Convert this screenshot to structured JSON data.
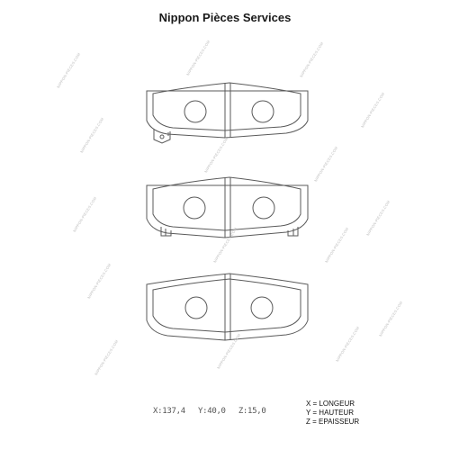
{
  "title": "Nippon Pièces Services",
  "watermark": "NIPPON-PIECES.COM",
  "dimensions": {
    "x": "X:137,4",
    "y": "Y:40,0",
    "z": "Z:15,0"
  },
  "legend": [
    {
      "text": "X = LONGEUR"
    },
    {
      "text": "Y = HAUTEUR"
    },
    {
      "text": "Z = EPAISSEUR"
    }
  ],
  "colors": {
    "line": "#5a5a5a",
    "title": "#1a1a1a",
    "watermark": "#bdbdbd"
  },
  "pads": [
    {
      "variant": "front-with-sensor-tab"
    },
    {
      "variant": "middle-with-clips"
    },
    {
      "variant": "backing-plate"
    }
  ]
}
